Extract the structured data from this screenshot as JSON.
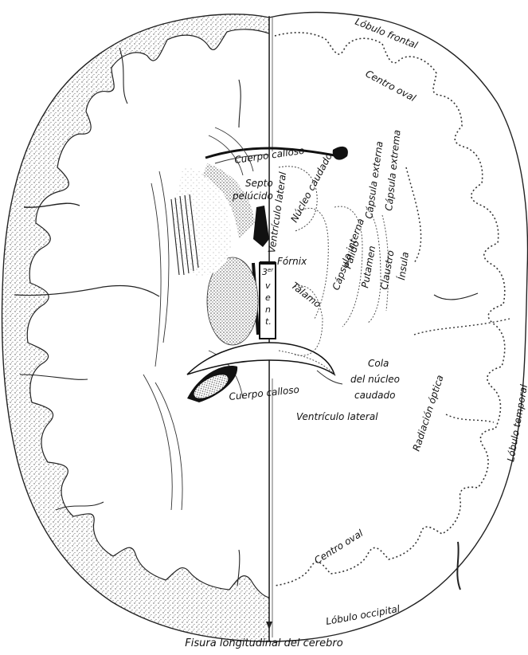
{
  "figure": {
    "caption": "Fisura longitudinal del cerebro",
    "labels": {
      "lobulo_frontal": "Lóbulo frontal",
      "centro_oval_top": "Centro oval",
      "cuerpo_calloso_top": "Cuerpo calloso",
      "septo": "Septo",
      "pelucido": "pelúcido",
      "ventriculo_lateral_top": "Ventrículo lateral",
      "nucleo_caudado": "Núcleo caudado",
      "capsula_externa": "Cápsula externa",
      "capsula_extrema": "Cápsula extrema",
      "capsula_interna": "Cápsula interna",
      "palido": "Pálido",
      "putamen": "Putamen",
      "claustro": "Claustro",
      "insula": "Ínsula",
      "fornix": "Fórnix",
      "tercer_num": "3",
      "tercer_sup": "er",
      "tercer_v": "v",
      "tercer_e": "e",
      "tercer_n": "n",
      "tercer_t": "t.",
      "talamo": "Tálamo",
      "cola": "Cola",
      "del_nucleo": "del núcleo",
      "caudado": "caudado",
      "radiacion_optica": "Radiación óptica",
      "lobulo_temporal": "Lóbulo temporal",
      "cuerpo_calloso_bottom": "Cuerpo calloso",
      "ventriculo_lateral_bottom": "Ventrículo lateral",
      "centro_oval_bottom": "Centro oval",
      "lobulo_occipital": "Lóbulo occipital"
    }
  }
}
